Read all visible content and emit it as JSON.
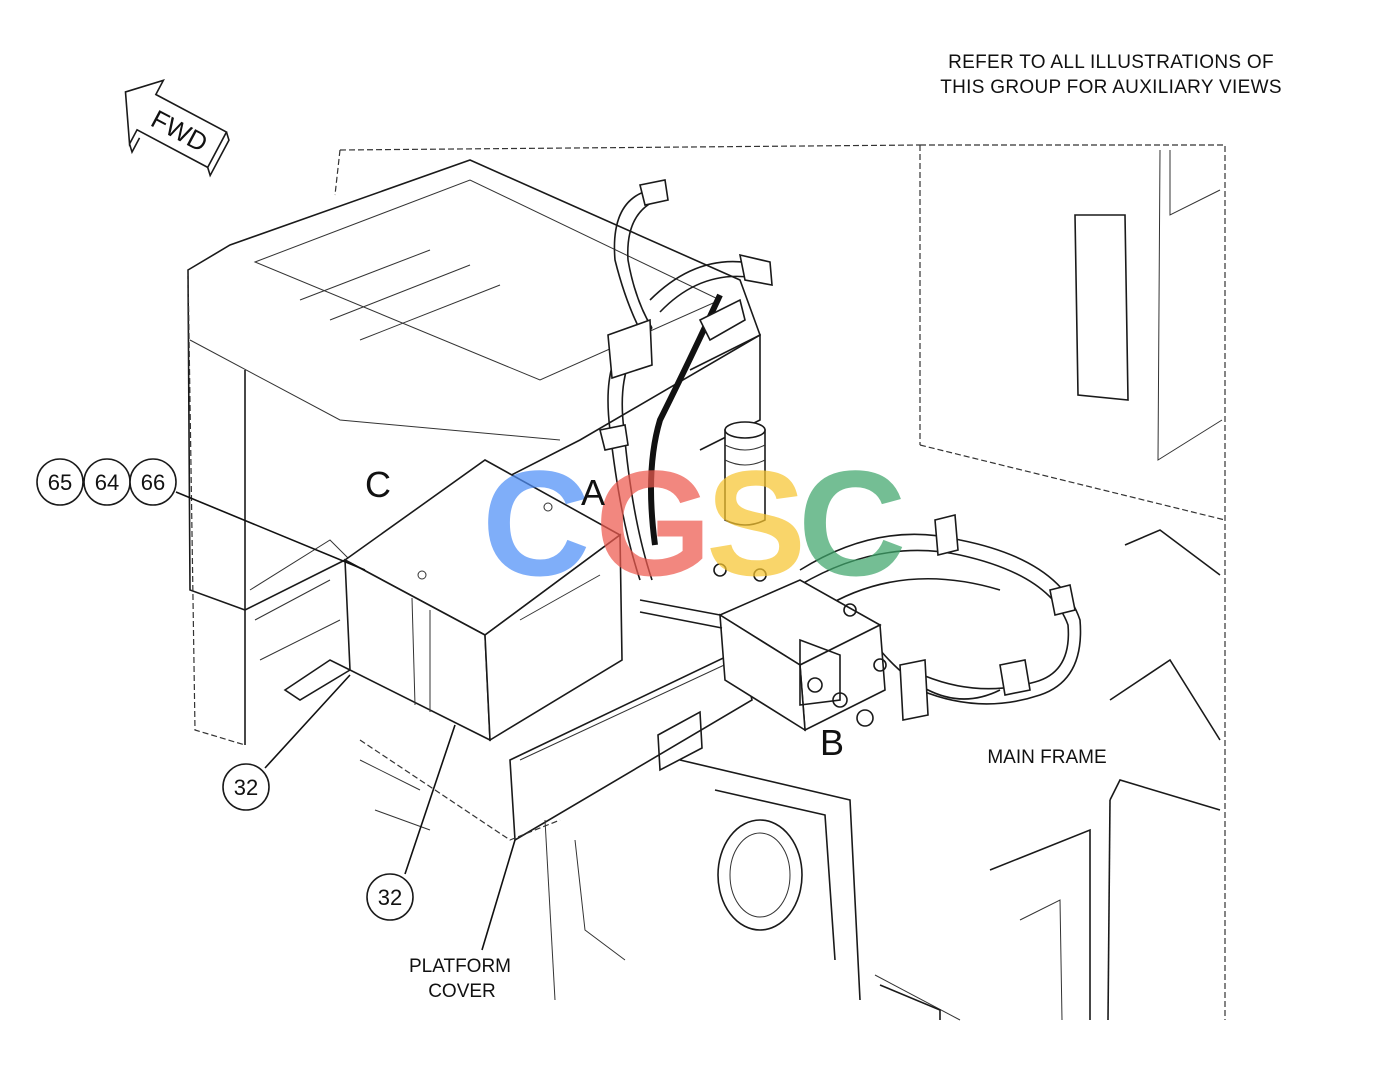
{
  "notes": {
    "refer_line1": "REFER TO ALL ILLUSTRATIONS OF",
    "refer_line2": "THIS GROUP FOR AUXILIARY VIEWS"
  },
  "direction_arrow": {
    "text": "FWD"
  },
  "view_letters": {
    "a": "A",
    "b": "B",
    "c": "C"
  },
  "callouts": {
    "c65": "65",
    "c64": "64",
    "c66": "66",
    "c32_upper": "32",
    "c32_lower": "32"
  },
  "labels": {
    "main_frame": "MAIN FRAME",
    "platform_cover_line1": "PLATFORM",
    "platform_cover_line2": "COVER"
  },
  "watermark": {
    "letters": [
      "C",
      "G",
      "S",
      "C"
    ],
    "colors": [
      "#4f8ff7",
      "#ee5a4f",
      "#f7c531",
      "#3fa66b"
    ]
  }
}
